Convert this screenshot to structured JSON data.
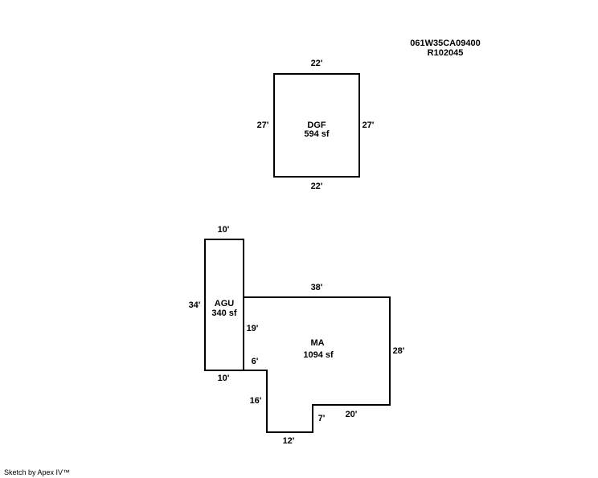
{
  "header": {
    "parcel_id": "061W35CA09400",
    "account": "R102045"
  },
  "areas": {
    "dgf": {
      "name": "DGF",
      "area": "594 sf",
      "top": "22'",
      "bottom": "22'",
      "left": "27'",
      "right": "27'"
    },
    "agu": {
      "name": "AGU",
      "area": "340 sf",
      "top": "10'",
      "bottom": "10'",
      "left": "34'"
    },
    "ma": {
      "name": "MA",
      "area": "1094 sf",
      "top": "38'",
      "right": "28'",
      "bottom_right": "20'",
      "step_up": "7'",
      "bottom": "12'",
      "step_left": "16'",
      "step_top": "6'",
      "left": "19'"
    }
  },
  "footer": {
    "credit": "Sketch by Apex IV™"
  },
  "colors": {
    "line": "#000000",
    "background": "#ffffff"
  }
}
